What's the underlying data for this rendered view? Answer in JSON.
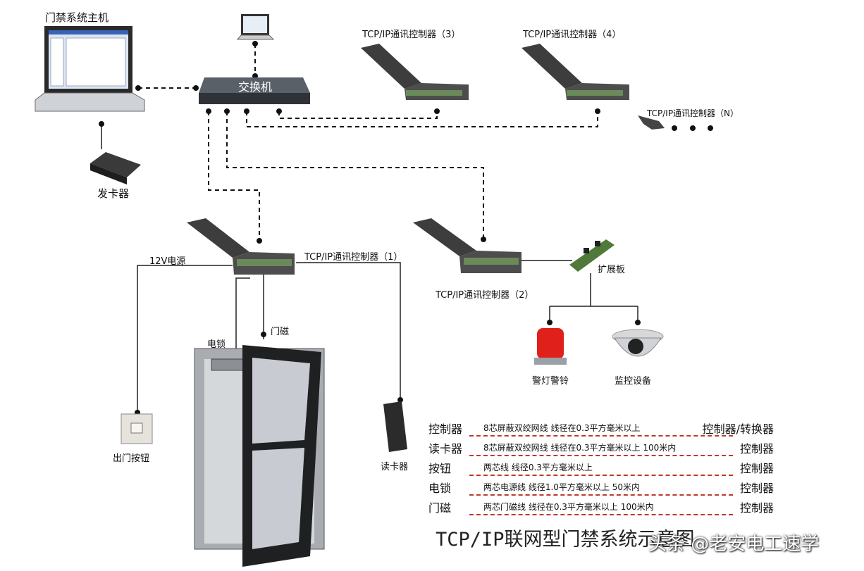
{
  "labels": {
    "host": "门禁系统主机",
    "switch": "交换机",
    "card_issuer": "发卡器",
    "ctrl3": "TCP/IP通讯控制器（3）",
    "ctrl4": "TCP/IP通讯控制器（4）",
    "ctrlN": "TCP/IP通讯控制器（N）",
    "ctrl1": "TCP/IP通讯控制器（1）",
    "ctrl2": "TCP/IP通讯控制器（2）",
    "power": "12V电源",
    "expansion": "扩展板",
    "elock": "电锁",
    "magnet": "门磁",
    "alarm": "警灯警铃",
    "camera": "监控设备",
    "exit_button": "出门按钮",
    "reader": "读卡器"
  },
  "wiring": [
    {
      "from": "控制器",
      "desc": "8芯屏蔽双绞网线  线径在0.3平方毫米以上",
      "to": "控制器/转换器"
    },
    {
      "from": "读卡器",
      "desc": "8芯屏蔽双绞网线  线径在0.3平方毫米以上  100米内",
      "to": "控制器"
    },
    {
      "from": "按钮",
      "desc": "两芯线  线径0.3平方毫米以上",
      "to": "控制器"
    },
    {
      "from": "电锁",
      "desc": "两芯电源线  线径1.0平方毫米以上  50米内",
      "to": "控制器"
    },
    {
      "from": "门磁",
      "desc": "两芯门磁线  线径在0.3平方毫米以上  100米内",
      "to": "控制器"
    }
  ],
  "title": "TCP/IP联网型门禁系统示意图",
  "watermark": "头条 @老安电工速学",
  "colors": {
    "dash_accent": "#c0392b",
    "device": "#4a4a4a"
  }
}
